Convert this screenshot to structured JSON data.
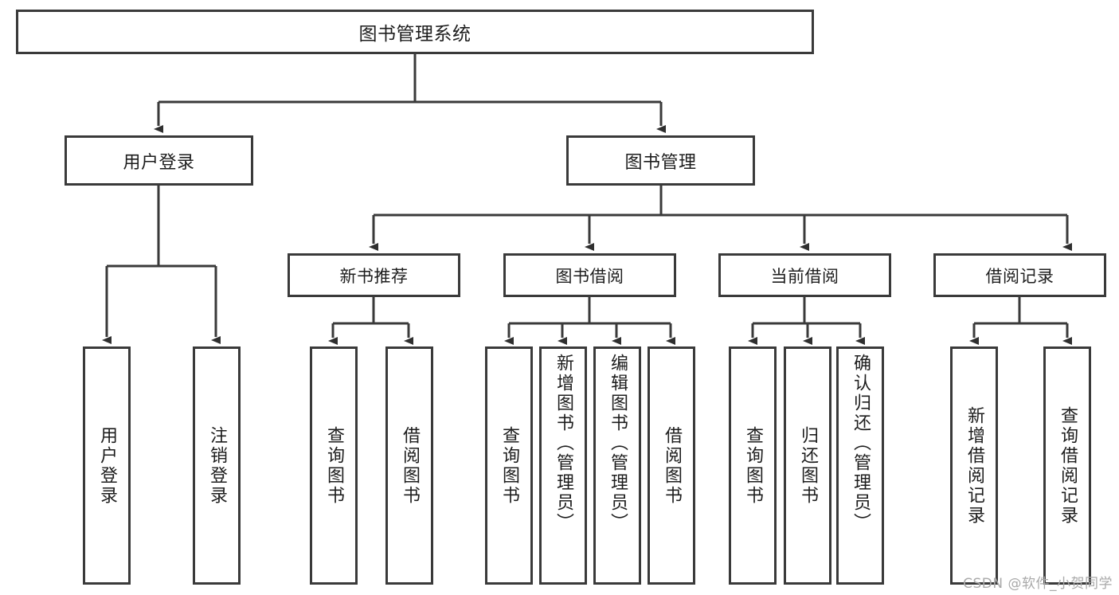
{
  "diagram": {
    "title_node": {
      "label": "图书管理系统"
    },
    "level2": [
      {
        "id": "user-login",
        "label": "用户登录"
      },
      {
        "id": "book-management",
        "label": "图书管理"
      }
    ],
    "level3": [
      {
        "id": "new-book-recommend",
        "label": "新书推荐"
      },
      {
        "id": "book-borrow",
        "label": "图书借阅"
      },
      {
        "id": "current-borrow",
        "label": "当前借阅"
      },
      {
        "id": "borrow-record",
        "label": "借阅记录"
      }
    ],
    "leaves": [
      {
        "id": "leaf-user-login",
        "label": "用户登录",
        "parent": "user-login"
      },
      {
        "id": "leaf-logout-login",
        "label": "注销登录",
        "parent": "user-login"
      },
      {
        "id": "leaf-query-book-1",
        "label": "查询图书",
        "parent": "new-book-recommend"
      },
      {
        "id": "leaf-borrow-book-1",
        "label": "借阅图书",
        "parent": "new-book-recommend"
      },
      {
        "id": "leaf-query-book-2",
        "label": "查询图书",
        "parent": "book-borrow"
      },
      {
        "id": "leaf-add-book",
        "label": "新增图书（管理员）",
        "parent": "book-borrow"
      },
      {
        "id": "leaf-edit-book",
        "label": "编辑图书（管理员）",
        "parent": "book-borrow"
      },
      {
        "id": "leaf-borrow-book-2",
        "label": "借阅图书",
        "parent": "book-borrow"
      },
      {
        "id": "leaf-query-book-3",
        "label": "查询图书",
        "parent": "current-borrow"
      },
      {
        "id": "leaf-return-book",
        "label": "归还图书",
        "parent": "current-borrow"
      },
      {
        "id": "leaf-confirm-return",
        "label": "确认归还（管理员）",
        "parent": "current-borrow"
      },
      {
        "id": "leaf-add-record",
        "label": "新增借阅记录",
        "parent": "borrow-record"
      },
      {
        "id": "leaf-query-record",
        "label": "查询借阅记录",
        "parent": "borrow-record"
      }
    ],
    "watermark": "CSDN @软件_小贺同学",
    "colors": {
      "stroke": "#3a3a3a",
      "text": "#1d1d1d",
      "background": "#ffffff",
      "watermark": "#a9a9a9"
    }
  }
}
